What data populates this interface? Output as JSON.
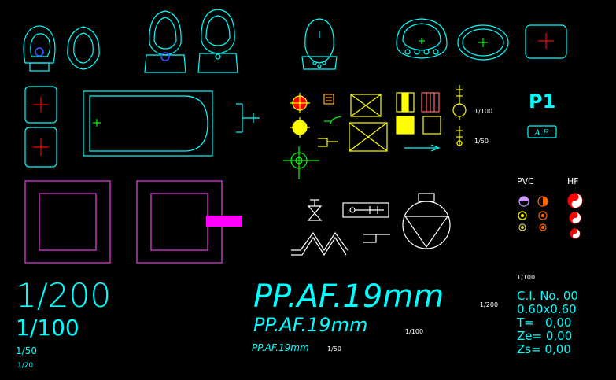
{
  "colors": {
    "background": "#000000",
    "cyan": "#00ffff",
    "yellow": "#ffff00",
    "magenta": "#ff00ff",
    "red": "#ff0000",
    "green": "#00ff00",
    "white": "#ffffff",
    "blue": "#3355ff"
  },
  "labels": {
    "p1": "P1",
    "af_tag": "A.F.",
    "pvc": "PVC",
    "hf": "HF",
    "scale_small_1": "1/100",
    "scale_small_2": "1/50"
  },
  "scales": {
    "s200": "1/200",
    "s100": "1/100",
    "s50": "1/50",
    "s20": "1/20"
  },
  "pipe_text": {
    "large": "PP.AF.19mm",
    "large_scale": "1/200",
    "medium": "PP.AF.19mm",
    "medium_scale": "1/100",
    "small": "PP.AF.19mm",
    "small_scale": "1/50"
  },
  "inspection_box": {
    "scale": "1/100",
    "name": "C.I. No. 00",
    "size": "0.60x0.60",
    "t": "T=   0,00",
    "ze": "Ze= 0,00",
    "zs": "Zs= 0,00"
  }
}
